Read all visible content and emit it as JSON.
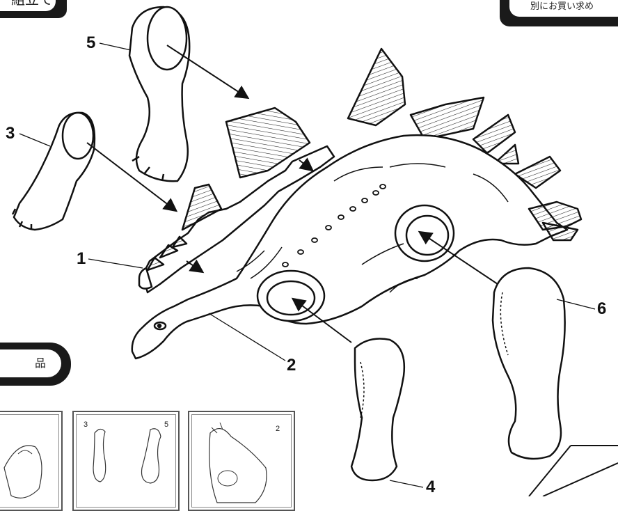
{
  "header": {
    "top_left_tab_text": "組立て",
    "top_right_tab_text": "別にお買い求め"
  },
  "section_tab": {
    "text": "品"
  },
  "callouts": {
    "part_1": "1",
    "part_2": "2",
    "part_3": "3",
    "part_4": "4",
    "part_5": "5",
    "part_6": "6"
  },
  "thumbnail_panels": [
    {
      "numbers": []
    },
    {
      "numbers": [
        "3",
        "5"
      ]
    },
    {
      "numbers": [
        "2"
      ]
    }
  ]
}
